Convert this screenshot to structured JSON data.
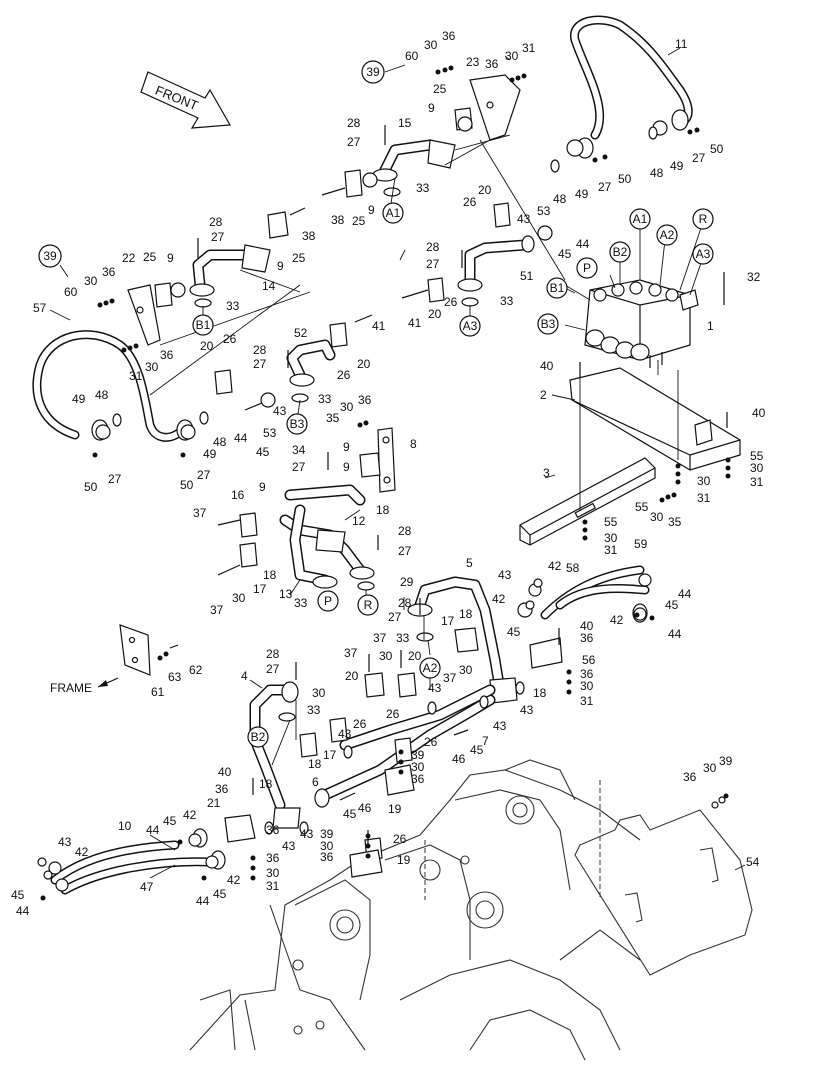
{
  "labels": {
    "front": "FRONT",
    "frame": "FRAME"
  },
  "callouts": {
    "c39a": "39",
    "c39b": "39",
    "A1a": "A1",
    "A1b": "A1",
    "A2a": "A2",
    "A2b": "A2",
    "A3a": "A3",
    "A3b": "A3",
    "B1a": "B1",
    "B1b": "B1",
    "B2a": "B2",
    "B2b": "B2",
    "B3a": "B3",
    "B3b": "B3",
    "Pa": "P",
    "Pb": "P",
    "Ra": "R",
    "Rb": "R"
  },
  "part_numbers": {
    "p60a": "60",
    "p30a": "30",
    "p36a": "36",
    "p23": "23",
    "p36b": "36",
    "p30b": "30",
    "p31a": "31",
    "p11": "11",
    "p25a": "25",
    "p9a": "9",
    "p28a": "28",
    "p15": "15",
    "p27a": "27",
    "p48a": "48",
    "p49a": "49",
    "p27b": "27",
    "p50a": "50",
    "p48b": "48",
    "p49b": "49",
    "p50b": "50",
    "p33a": "33",
    "p38a": "38",
    "p25b": "25",
    "p9b": "9",
    "p20a": "20",
    "p26a": "26",
    "p43a": "43",
    "p53a": "53",
    "p44a": "44",
    "p45a": "45",
    "p28b": "28",
    "p27c": "27",
    "p38b": "38",
    "p9c": "9",
    "p25c": "25",
    "p14": "14",
    "p22": "22",
    "p25d": "25",
    "p9d": "9",
    "p30c": "30",
    "p36c": "36",
    "p60b": "60",
    "p33b": "33",
    "p57": "57",
    "p28c": "28",
    "p27d": "27",
    "p51": "51",
    "p41a": "41",
    "p20b": "20",
    "p26b": "26",
    "p33c": "33",
    "p32": "32",
    "p1": "1",
    "p36d": "36",
    "p31b": "31",
    "p30d": "30",
    "p20c": "20",
    "p26c": "26",
    "p52": "52",
    "p28d": "28",
    "p27e": "27",
    "p20d": "20",
    "p26d": "26",
    "p41b": "41",
    "p40a": "40",
    "p2": "2",
    "p40b": "40",
    "p49c": "49",
    "p48c": "48",
    "p43b": "43",
    "p33d": "33",
    "p30e": "30",
    "p36e": "36",
    "p35a": "35",
    "p44b": "44",
    "p53b": "53",
    "p45b": "45",
    "p48d": "48",
    "p49d": "49",
    "p8": "8",
    "p50c": "50",
    "p27f": "27",
    "p50d": "50",
    "p27g": "27",
    "p34": "34",
    "p27h": "27",
    "p9e": "9",
    "p9f": "9",
    "p55a": "55",
    "p30f": "30",
    "p31c": "31",
    "p16": "16",
    "p9g": "9",
    "p12": "12",
    "p18a": "18",
    "p3": "3",
    "p30g": "30",
    "p31d": "31",
    "p37a": "37",
    "p28e": "28",
    "p27i": "27",
    "p55b": "55",
    "p30h": "30",
    "p35b": "35",
    "p55c": "55",
    "p30i": "30",
    "p31e": "31",
    "p13": "13",
    "p18b": "18",
    "p17a": "17",
    "p37b": "37",
    "p30j": "30",
    "p33e": "33",
    "p29": "29",
    "p5": "5",
    "p59": "59",
    "p43c": "43",
    "p42a": "42",
    "p58": "58",
    "p44c": "44",
    "p45c": "45",
    "p28f": "28",
    "p27j": "27",
    "p18c": "18",
    "p17b": "17",
    "p37c": "37",
    "p33f": "33",
    "p20e": "20",
    "p42b": "42",
    "p45d": "45",
    "p40c": "40",
    "p36f": "36",
    "p42c": "42",
    "p44d": "44",
    "p62": "62",
    "p63": "63",
    "p61": "61",
    "p28g": "28",
    "p27k": "27",
    "p37d": "37",
    "p30k": "30",
    "p37e": "37",
    "p30l": "30",
    "p56": "56",
    "p36g": "36",
    "p30m": "30",
    "p31f": "31",
    "p18d": "18",
    "p43d": "43",
    "p4": "4",
    "p30n": "30",
    "p20f": "20",
    "p26e": "26",
    "p26f": "26",
    "p43e": "43",
    "p43f": "43",
    "p7": "7",
    "p18e": "18",
    "p17c": "17",
    "p43g": "43",
    "p46a": "46",
    "p45e": "45",
    "p26g": "26",
    "p39c": "39",
    "p30o": "30",
    "p36h": "36",
    "p40d": "40",
    "p36i": "36",
    "p18f": "18",
    "p6": "6",
    "p46b": "46",
    "p45f": "45",
    "p19a": "19",
    "p21": "21",
    "p36j": "36",
    "p30p": "30",
    "p39d": "39",
    "p54": "54",
    "p10": "10",
    "p44e": "44",
    "p45g": "45",
    "p42d": "42",
    "p43h": "43",
    "p42e": "42",
    "p39e": "39",
    "p30q": "30",
    "p36k": "36",
    "p26h": "26",
    "p19b": "19",
    "p36l": "36",
    "p30r": "30",
    "p31g": "31",
    "p47": "47",
    "p42f": "42",
    "p45h": "45",
    "p44f": "44",
    "p45i": "45",
    "p43i": "43",
    "p44g": "44"
  }
}
